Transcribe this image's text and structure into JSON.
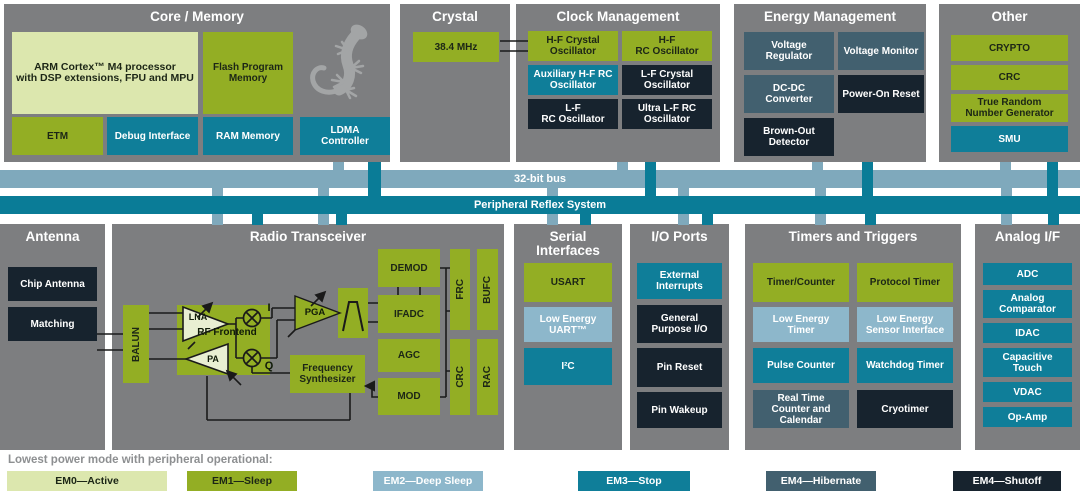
{
  "palette": {
    "block_bg": "#7d7e80",
    "em0": "#dce7ae",
    "em1": "#93ae24",
    "em2": "#8db7cb",
    "em3": "#0f7e99",
    "em4_hibernate": "#42606f",
    "em4_shutoff": "#17232e",
    "bus_light": "#7fa9bc",
    "bus_teal": "#0a7c97"
  },
  "icons": {
    "core_logo": "silicon-labs-gecko"
  },
  "buses": {
    "bus32": "32-bit bus",
    "prs": "Peripheral Reflex System"
  },
  "core": {
    "title": "Core / Memory",
    "arm": "ARM Cortex™ M4 processor\nwith DSP extensions, FPU and MPU",
    "flash": "Flash Program\nMemory",
    "etm": "ETM",
    "debug": "Debug Interface",
    "ram": "RAM Memory",
    "ldma": "LDMA\nController"
  },
  "crystal": {
    "title": "Crystal",
    "freq": "38.4 MHz"
  },
  "clock": {
    "title": "Clock Management",
    "hfxo": "H-F Crystal\nOscillator",
    "hfrco": "H-F\nRC Oscillator",
    "auxhfrco": "Auxiliary H-F RC\nOscillator",
    "lfxo": "L-F Crystal\nOscillator",
    "lfrco": "L-F\nRC Oscillator",
    "ulfrco": "Ultra L-F RC\nOscillator"
  },
  "energy": {
    "title": "Energy Management",
    "vreg": "Voltage\nRegulator",
    "vmon": "Voltage Monitor",
    "dcdc": "DC-DC\nConverter",
    "por": "Power-On Reset",
    "bod": "Brown-Out\nDetector"
  },
  "other": {
    "title": "Other",
    "crypto": "CRYPTO",
    "crc": "CRC",
    "trng": "True Random\nNumber Generator",
    "smu": "SMU"
  },
  "antenna": {
    "title": "Antenna",
    "chip": "Chip Antenna",
    "matching": "Matching"
  },
  "radio": {
    "title": "Radio Transceiver",
    "balun": "BALUN",
    "lna": "LNA",
    "pa": "PA",
    "rf_frontend": "RF Frontend",
    "pga": "PGA",
    "mix_i": "I",
    "mix_q": "Q",
    "demod": "DEMOD",
    "ifadc": "IFADC",
    "agc": "AGC",
    "mod": "MOD",
    "fsynth": "Frequency\nSynthesizer",
    "frc": "FRC",
    "bufc": "BUFC",
    "crc": "CRC",
    "rac": "RAC"
  },
  "serial": {
    "title": "Serial\nInterfaces",
    "usart": "USART",
    "leuart": "Low Energy\nUART™",
    "i2c": "I²C"
  },
  "io": {
    "title": "I/O Ports",
    "extint": "External\nInterrupts",
    "gpio": "General\nPurpose I/O",
    "pinreset": "Pin Reset",
    "pinwakeup": "Pin Wakeup"
  },
  "timers": {
    "title": "Timers and Triggers",
    "timer": "Timer/Counter",
    "proto": "Protocol Timer",
    "letimer": "Low Energy\nTimer",
    "lesense": "Low Energy\nSensor Interface",
    "pcnt": "Pulse Counter",
    "wdog": "Watchdog Timer",
    "rtcc": "Real Time\nCounter and\nCalendar",
    "cryo": "Cryotimer"
  },
  "analog": {
    "title": "Analog I/F",
    "adc": "ADC",
    "acmp": "Analog\nComparator",
    "idac": "IDAC",
    "captouch": "Capacitive\nTouch",
    "vdac": "VDAC",
    "opamp": "Op-Amp"
  },
  "legend": {
    "caption": "Lowest power mode with peripheral operational:",
    "items": [
      {
        "label": "EM0—Active",
        "color": "#dce7ae"
      },
      {
        "label": "EM1—Sleep",
        "color": "#93ae24"
      },
      {
        "label": "EM2—Deep Sleep",
        "color": "#8db7cb"
      },
      {
        "label": "EM3—Stop",
        "color": "#0f7e99"
      },
      {
        "label": "EM4—Hibernate",
        "color": "#42606f"
      },
      {
        "label": "EM4—Shutoff",
        "color": "#17232e"
      }
    ]
  }
}
